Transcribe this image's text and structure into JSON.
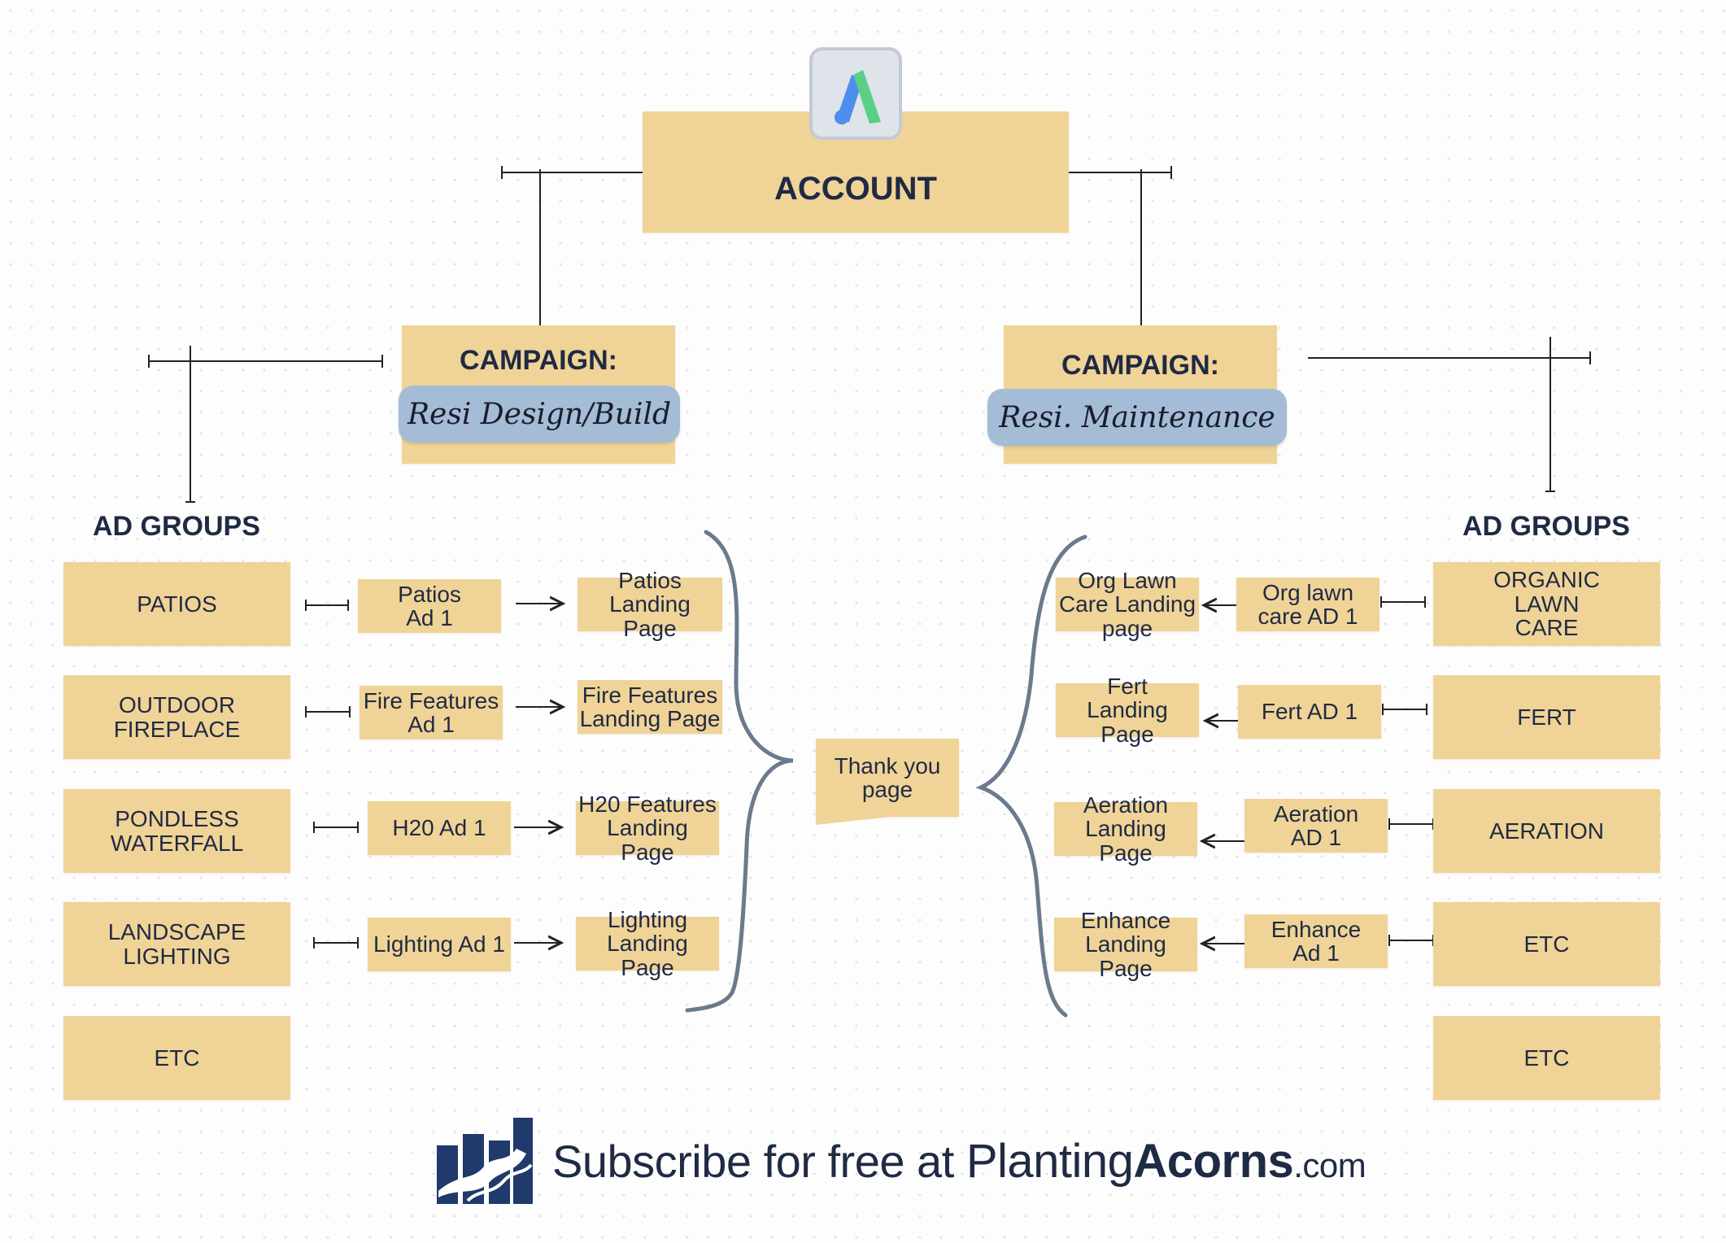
{
  "account": {
    "label": "ACCOUNT",
    "logo_icon": "google-ads-logo-icon"
  },
  "campaigns": [
    {
      "title": "CAMPAIGN:",
      "name": "Resi Design/Build"
    },
    {
      "title": "CAMPAIGN:",
      "name": "Resi. Maintenance"
    }
  ],
  "left": {
    "heading": "AD GROUPS",
    "groups": [
      "PATIOS",
      "OUTDOOR FIREPLACE",
      "PONDLESS WATERFALL",
      "LANDSCAPE LIGHTING",
      "ETC"
    ],
    "ads": [
      "Patios Ad 1",
      "Fire Features Ad 1",
      "H20 Ad 1",
      "Lighting Ad 1"
    ],
    "landing": [
      "Patios Landing Page",
      "Fire Features Landing Page",
      "H20 Features Landing Page",
      "Lighting Landing Page"
    ]
  },
  "right": {
    "heading": "AD GROUPS",
    "groups": [
      "ORGANIC LAWN CARE",
      "FERT",
      "AERATION",
      "ETC",
      "ETC"
    ],
    "ads": [
      "Org lawn care AD 1",
      "Fert AD 1",
      "Aeration AD 1",
      "Enhance Ad 1"
    ],
    "landing": [
      "Org Lawn Care Landing page",
      "Fert Landing Page",
      "Aeration Landing Page",
      "Enhance Landing Page"
    ]
  },
  "thank_you": "Thank you page",
  "footer": {
    "logo_icon": "planting-acorns-logo-icon",
    "text": "Subscribe for free at",
    "brand_light": "Planting",
    "brand_bold": "Acorns",
    "brand_suffix": ".com"
  },
  "colors": {
    "sticky": "#f0d396",
    "pill": "#a4bcd6",
    "text": "#1f2a44",
    "brace": "#6b7a8c"
  }
}
